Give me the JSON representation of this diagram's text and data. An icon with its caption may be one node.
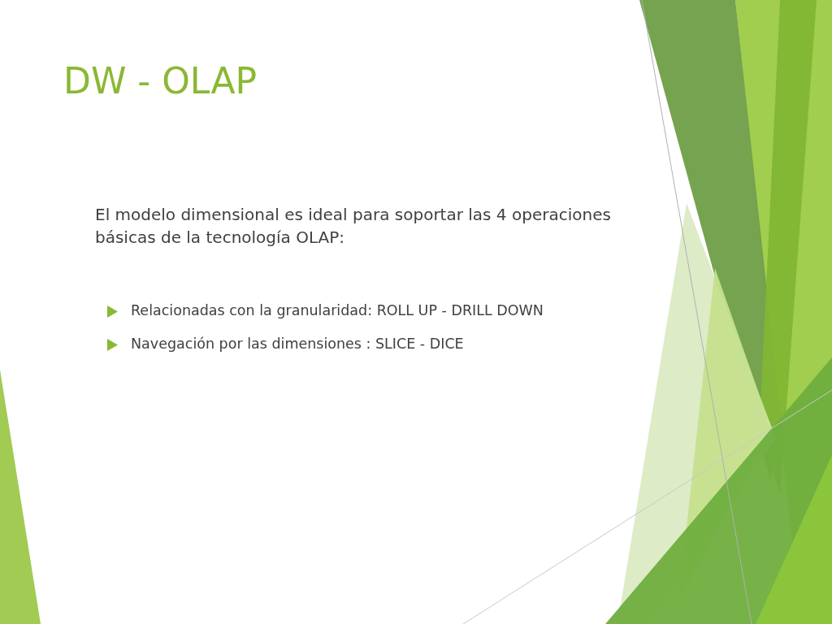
{
  "diagram": {
    "title": "DW - OLAP",
    "labels": [
      "El modelo dimensional es ideal para soportar las 4 operaciones básicas de la tecnología OLAP:",
      "Relacionadas con la granularidad: ROLL UP - DRILL DOWN",
      "Navegación por las dimensiones : SLICE - DICE"
    ]
  }
}
